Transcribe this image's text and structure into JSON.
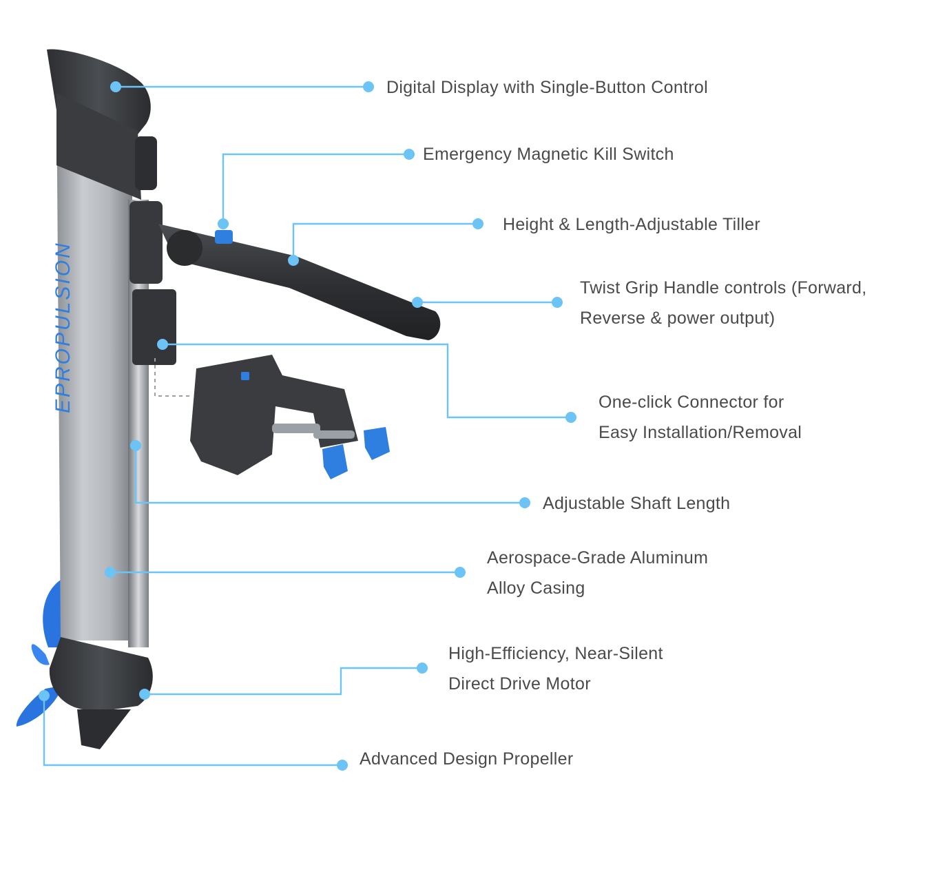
{
  "product": {
    "brand_text": "EPROPULSION"
  },
  "colors": {
    "accent": "#6cc3f5",
    "brand_blue": "#2f7fe0",
    "text": "#4a4a4a",
    "casing": "#a9adb2",
    "dark_parts": "#3b3d40"
  },
  "callouts": [
    {
      "id": "display",
      "lines": [
        "Digital Display with Single-Button Control"
      ]
    },
    {
      "id": "kill_switch",
      "lines": [
        "Emergency Magnetic Kill Switch"
      ]
    },
    {
      "id": "tiller",
      "lines": [
        "Height & Length-Adjustable Tiller"
      ]
    },
    {
      "id": "twist_grip",
      "lines": [
        "Twist Grip Handle controls (Forward,",
        "Reverse & power output)"
      ]
    },
    {
      "id": "connector",
      "lines": [
        "One-click Connector for",
        "Easy Installation/Removal"
      ]
    },
    {
      "id": "shaft",
      "lines": [
        "Adjustable Shaft Length"
      ]
    },
    {
      "id": "casing",
      "lines": [
        "Aerospace-Grade Aluminum",
        "Alloy Casing"
      ]
    },
    {
      "id": "motor",
      "lines": [
        "High-Efficiency, Near-Silent",
        "Direct Drive Motor"
      ]
    },
    {
      "id": "propeller",
      "lines": [
        "Advanced Design Propeller"
      ]
    }
  ]
}
